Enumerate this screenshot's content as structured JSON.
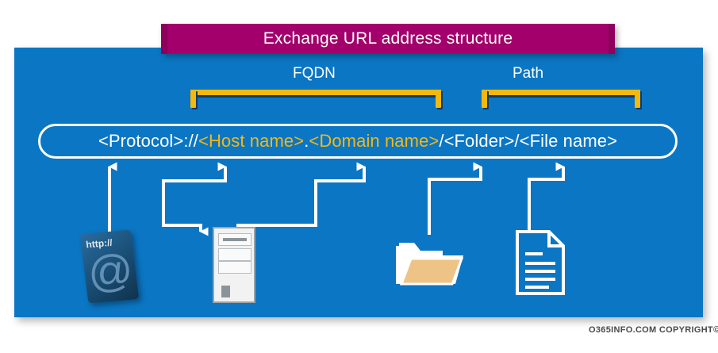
{
  "banner": {
    "title": "Exchange URL address structure",
    "bg_color": "#a3006b",
    "text_color": "#ffffff"
  },
  "panel": {
    "bg_color": "#0b76c4"
  },
  "groups": [
    {
      "name": "fqdn",
      "label": "FQDN",
      "bracket_color": "#f5b80f"
    },
    {
      "name": "path",
      "label": "Path",
      "bracket_color": "#f5b80f"
    }
  ],
  "url": {
    "segments": [
      {
        "text": "<Protocol>://",
        "highlight": false
      },
      {
        "text": "<Host name>",
        "highlight": true
      },
      {
        "text": ".",
        "highlight": false
      },
      {
        "text": "<Domain name>",
        "highlight": true
      },
      {
        "text": "/<Folder>/<File name>",
        "highlight": false
      }
    ],
    "full_text": "<Protocol>://<Host name>.<Domain name>/<Folder>/<File name>",
    "text_color": "#ffffff",
    "highlight_color": "#f5b80f"
  },
  "icons": [
    {
      "name": "protocol-icon",
      "label_top": "http://",
      "glyph": "@",
      "maps_to": "<Protocol>"
    },
    {
      "name": "server-icon",
      "maps_to": "<Host name> . <Domain name>"
    },
    {
      "name": "folder-icon",
      "maps_to": "<Folder>"
    },
    {
      "name": "document-icon",
      "maps_to": "<File name>"
    }
  ],
  "footer": {
    "copyright": "O365INFO.COM COPYRIGHT©"
  }
}
